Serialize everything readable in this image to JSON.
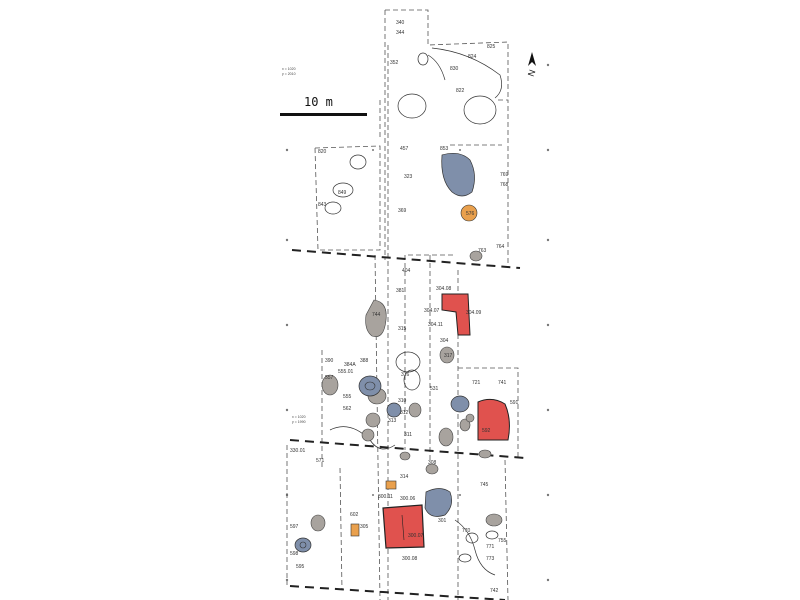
{
  "scale": {
    "label": "10 m"
  },
  "north": {
    "label": "N",
    "icon": "north-arrow-icon"
  },
  "coords_top": [
    "x = 1020",
    "y = 2010"
  ],
  "coords_mid": [
    "x = 1020",
    "y = 1990"
  ],
  "colors": {
    "grey": "#a8a39e",
    "blue": "#7f8faa",
    "orange": "#e9a04d",
    "red": "#e0524e"
  },
  "labels": [
    {
      "id": "l340",
      "text": "340"
    },
    {
      "id": "l344",
      "text": "344"
    },
    {
      "id": "l825",
      "text": "825"
    },
    {
      "id": "l824",
      "text": "824"
    },
    {
      "id": "l352",
      "text": "352"
    },
    {
      "id": "l830",
      "text": "830"
    },
    {
      "id": "l822",
      "text": "822"
    },
    {
      "id": "l820",
      "text": "820"
    },
    {
      "id": "l853",
      "text": "853"
    },
    {
      "id": "l457",
      "text": "457"
    },
    {
      "id": "l323",
      "text": "323"
    },
    {
      "id": "l369",
      "text": "369"
    },
    {
      "id": "l849",
      "text": "849"
    },
    {
      "id": "l843",
      "text": "843"
    },
    {
      "id": "l576",
      "text": "576"
    },
    {
      "id": "l769",
      "text": "769"
    },
    {
      "id": "l768",
      "text": "768"
    },
    {
      "id": "l763",
      "text": "763"
    },
    {
      "id": "l764",
      "text": "764"
    },
    {
      "id": "l404",
      "text": "404"
    },
    {
      "id": "l381",
      "text": "381"
    },
    {
      "id": "l30408",
      "text": "304.08"
    },
    {
      "id": "l30407",
      "text": "304.07"
    },
    {
      "id": "l30409",
      "text": "304.09"
    },
    {
      "id": "l30411",
      "text": "304.11"
    },
    {
      "id": "l304",
      "text": "304"
    },
    {
      "id": "l744",
      "text": "744"
    },
    {
      "id": "l315",
      "text": "315"
    },
    {
      "id": "l317",
      "text": "317"
    },
    {
      "id": "l316",
      "text": "316"
    },
    {
      "id": "l388",
      "text": "388"
    },
    {
      "id": "l390",
      "text": "390"
    },
    {
      "id": "l384a",
      "text": "384A"
    },
    {
      "id": "l55501",
      "text": "555.01"
    },
    {
      "id": "l557",
      "text": "557"
    },
    {
      "id": "l555",
      "text": "555"
    },
    {
      "id": "l562",
      "text": "562"
    },
    {
      "id": "l310",
      "text": "310"
    },
    {
      "id": "l312",
      "text": "312"
    },
    {
      "id": "l313",
      "text": "313"
    },
    {
      "id": "l311",
      "text": "311"
    },
    {
      "id": "l531",
      "text": "531"
    },
    {
      "id": "l721",
      "text": "721"
    },
    {
      "id": "l741",
      "text": "741"
    },
    {
      "id": "l591",
      "text": "591"
    },
    {
      "id": "l592",
      "text": "592"
    },
    {
      "id": "l33001",
      "text": "330.01"
    },
    {
      "id": "l571",
      "text": "571"
    },
    {
      "id": "l308",
      "text": "308"
    },
    {
      "id": "l314",
      "text": "314"
    },
    {
      "id": "l30011",
      "text": "300.11"
    },
    {
      "id": "l30006",
      "text": "300.06"
    },
    {
      "id": "l30007",
      "text": "300.07"
    },
    {
      "id": "l30008",
      "text": "300.08"
    },
    {
      "id": "l305",
      "text": "305"
    },
    {
      "id": "l602",
      "text": "602"
    },
    {
      "id": "l301",
      "text": "301"
    },
    {
      "id": "l745",
      "text": "745"
    },
    {
      "id": "l755",
      "text": "755"
    },
    {
      "id": "l770",
      "text": "770"
    },
    {
      "id": "l771",
      "text": "771"
    },
    {
      "id": "l773",
      "text": "773"
    },
    {
      "id": "l742",
      "text": "742"
    },
    {
      "id": "l597",
      "text": "597"
    },
    {
      "id": "l598",
      "text": "598"
    },
    {
      "id": "l595",
      "text": "595"
    }
  ]
}
